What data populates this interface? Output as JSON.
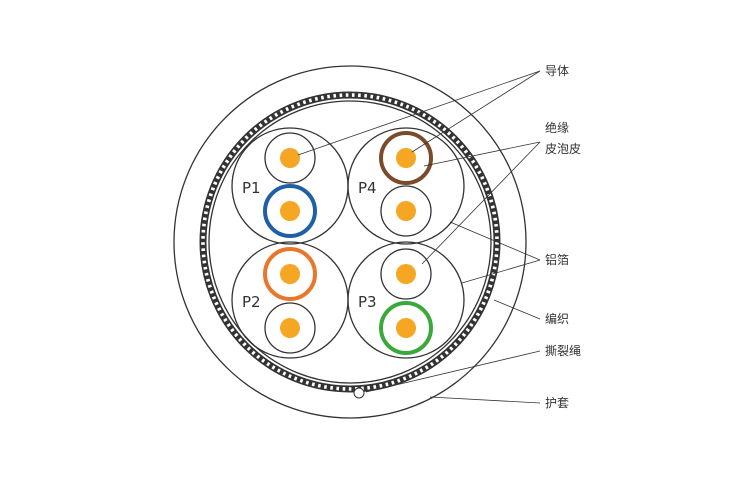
{
  "labels": {
    "conductor": "导体",
    "insulation_line1": "绝缘",
    "insulation_line2": "皮泡皮",
    "foil": "铝箔",
    "braid": "编织",
    "ripcord": "撕裂绳",
    "jacket": "护套"
  },
  "pairs": [
    "P1",
    "P4",
    "P2",
    "P3"
  ],
  "colors": {
    "conductor": "#f5a623",
    "line": "#333333",
    "pair_colors": [
      "#1f5fa8",
      "#7a4a2a",
      "#e8762b",
      "#3aa83a"
    ]
  }
}
